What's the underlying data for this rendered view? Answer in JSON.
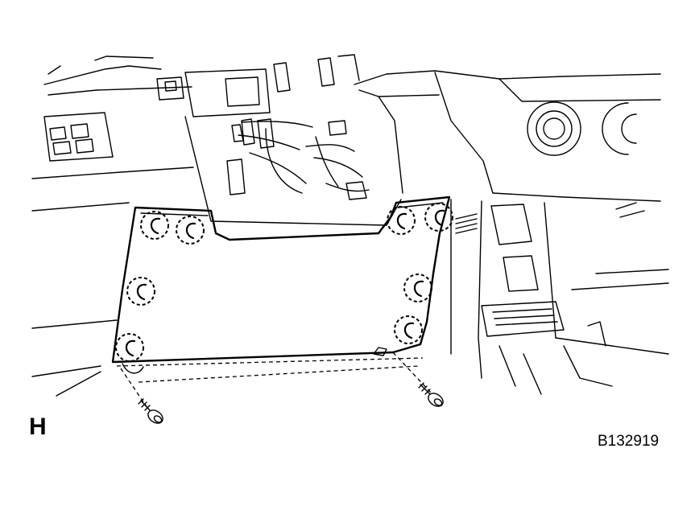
{
  "figure": {
    "view_label": "H",
    "code": "B132919",
    "line_color": "#000000",
    "background": "#ffffff"
  },
  "parts": {
    "panel": "lower-instrument-panel-cover",
    "clip_count": 8,
    "screw_count": 2
  }
}
